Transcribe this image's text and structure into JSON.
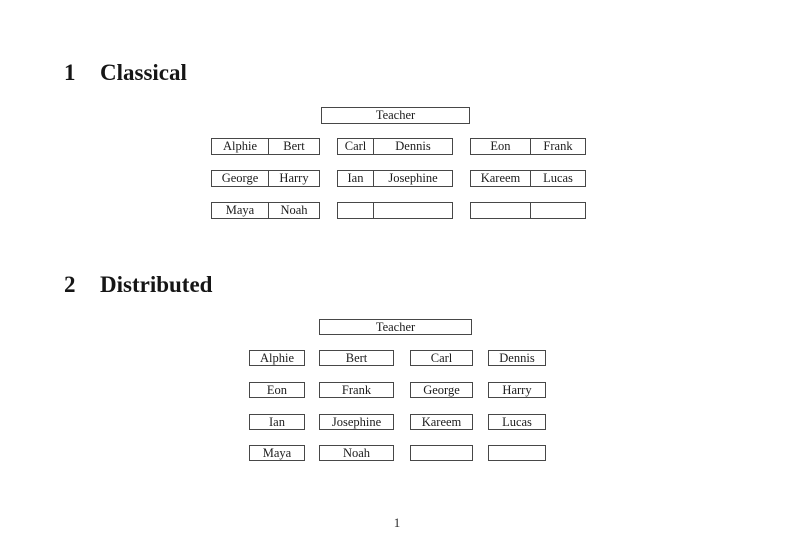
{
  "page": {
    "number": "1"
  },
  "sections": [
    {
      "number": "1",
      "title": "Classical"
    },
    {
      "number": "2",
      "title": "Distributed"
    }
  ],
  "classical": {
    "teacher_label": "Teacher",
    "desks": [
      {
        "left": "Alphie",
        "right": "Bert"
      },
      {
        "left": "Carl",
        "right": "Dennis"
      },
      {
        "left": "Eon",
        "right": "Frank"
      },
      {
        "left": "George",
        "right": "Harry"
      },
      {
        "left": "Ian",
        "right": "Josephine"
      },
      {
        "left": "Kareem",
        "right": "Lucas"
      },
      {
        "left": "Maya",
        "right": "Noah"
      },
      {
        "left": "",
        "right": ""
      },
      {
        "left": "",
        "right": ""
      }
    ]
  },
  "distributed": {
    "teacher_label": "Teacher",
    "desks": [
      "Alphie",
      "Bert",
      "Carl",
      "Dennis",
      "Eon",
      "Frank",
      "George",
      "Harry",
      "Ian",
      "Josephine",
      "Kareem",
      "Lucas",
      "Maya",
      "Noah",
      "",
      ""
    ]
  }
}
